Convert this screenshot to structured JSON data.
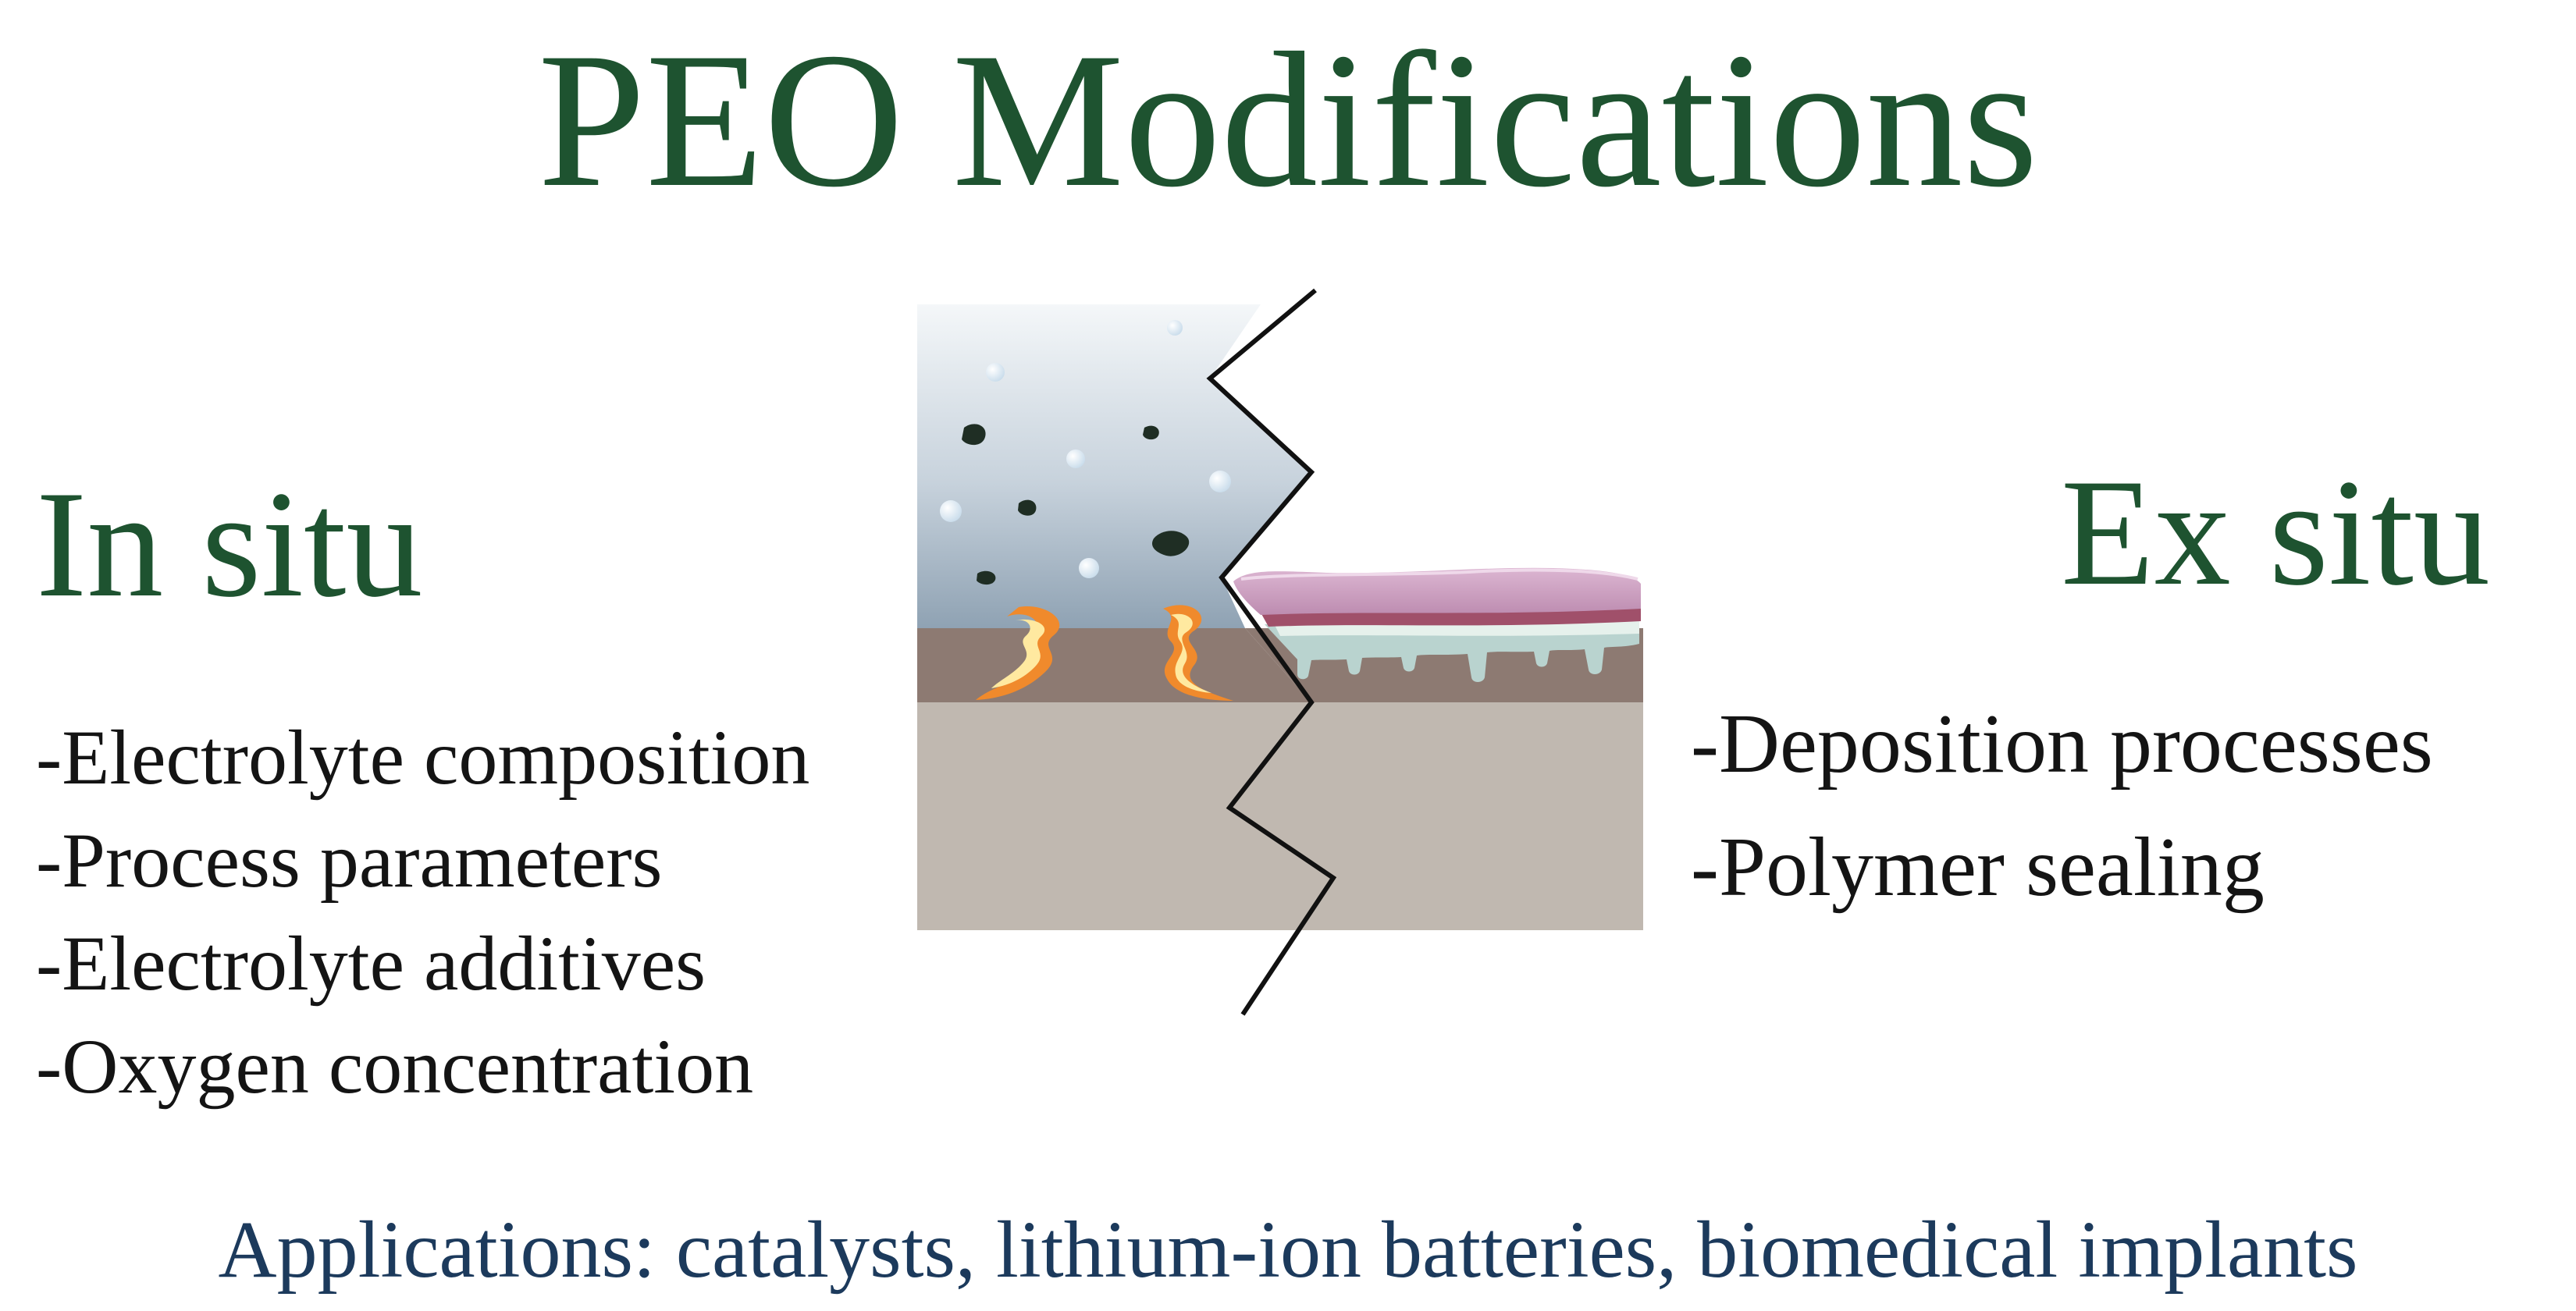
{
  "title": "PEO Modifications",
  "in_situ": {
    "heading": "In situ",
    "items": [
      "-Electrolyte composition",
      "-Process parameters",
      "-Electrolyte additives",
      "-Oxygen concentration"
    ]
  },
  "ex_situ": {
    "heading": "Ex situ",
    "items": [
      "-Deposition processes",
      "-Polymer sealing"
    ]
  },
  "footer": "Applications: catalysts, lithium-ion batteries, biomedical implants",
  "colors": {
    "heading_green": "#1e5330",
    "footer_blue": "#1c3a5c",
    "electrolyte_top": "#f4f7f9",
    "electrolyte_bottom": "#8fa2b3",
    "oxide_layer": "#8d7a72",
    "substrate": "#c0b8b0",
    "coating_pink": "#c898b8",
    "coating_dark": "#a0506a",
    "spark_orange": "#f08a2c",
    "spark_yellow": "#ffe9a0"
  }
}
